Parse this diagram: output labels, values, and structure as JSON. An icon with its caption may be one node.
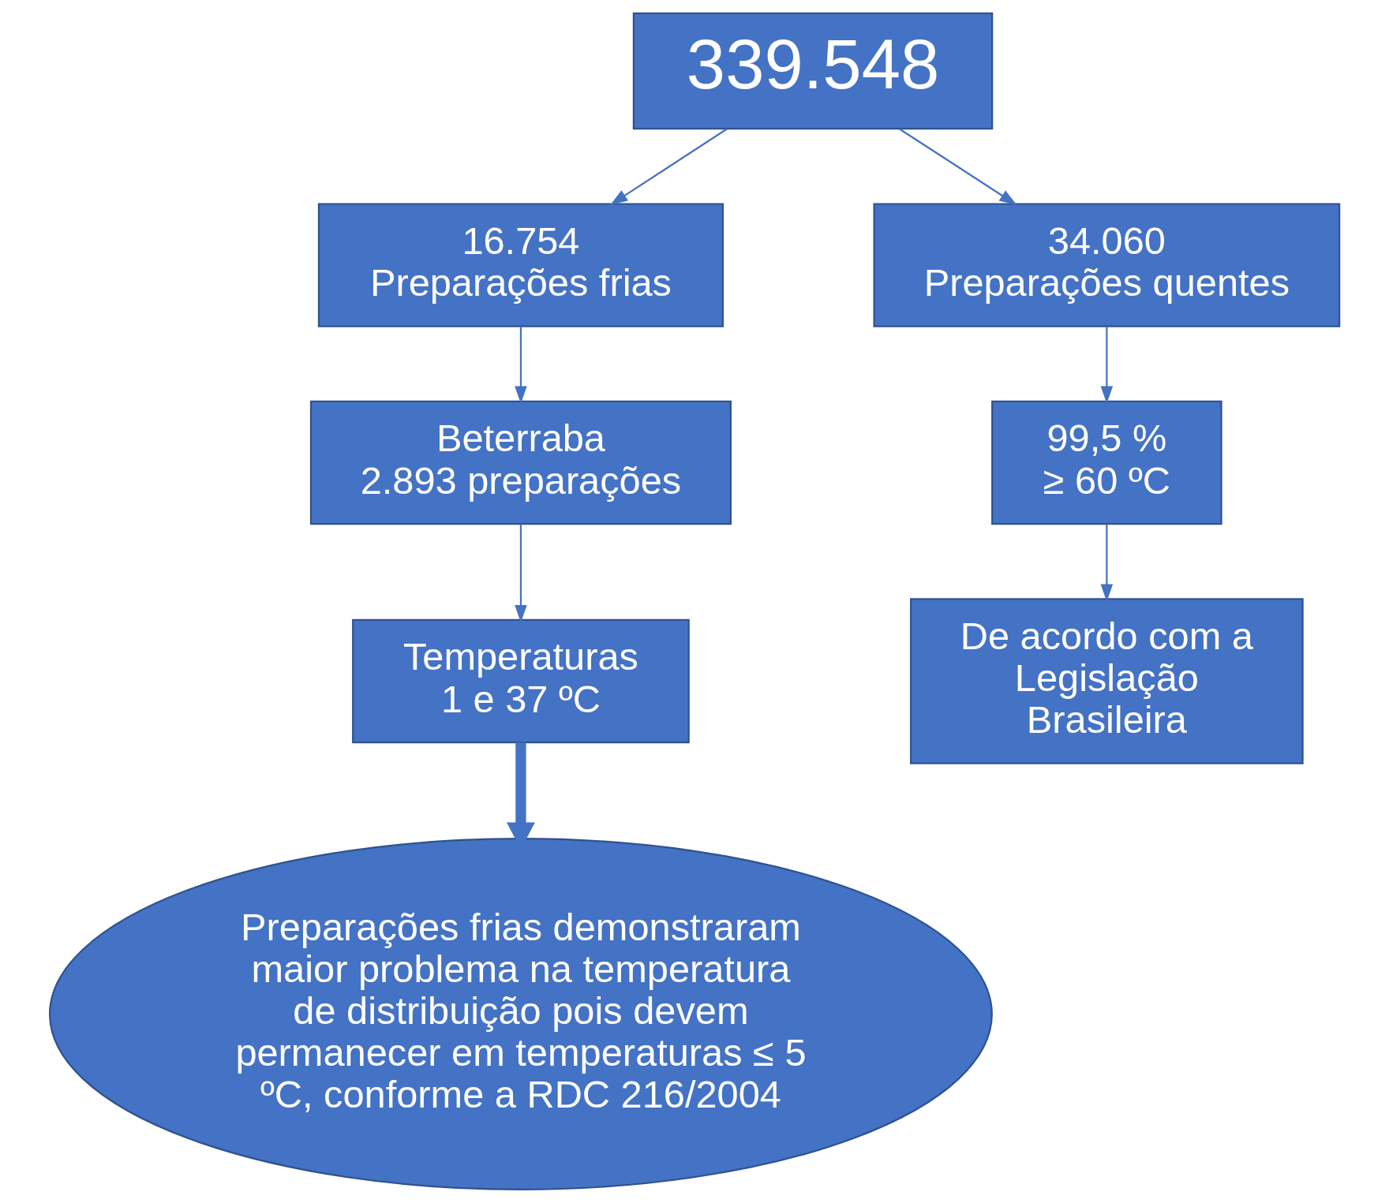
{
  "diagram": {
    "nodes": [
      {
        "text": [
          "339.548"
        ]
      },
      {
        "text": [
          "16.754",
          "Preparações frias"
        ]
      },
      {
        "text": [
          "34.060",
          "Preparações quentes"
        ]
      },
      {
        "text": [
          "Beterraba",
          "2.893 preparações"
        ]
      },
      {
        "text": [
          "99,5 %",
          "≥ 60 ºC"
        ]
      },
      {
        "text": [
          "Temperaturas",
          "1 e 37 ºC"
        ]
      },
      {
        "text": [
          "De acordo com a Legislação Brasileira"
        ]
      },
      {
        "text": [
          "Preparações frias demonstraram maior problema na temperatura de distribuição pois devem permanecer em temperaturas ≤ 5 ºC, conforme a RDC 216/2004"
        ]
      }
    ],
    "edges": [
      {
        "from": 0,
        "to": 1,
        "arrow": "to"
      },
      {
        "from": 0,
        "to": 2,
        "arrow": "to"
      },
      {
        "from": 1,
        "to": 3,
        "arrow": "to"
      },
      {
        "from": 2,
        "to": 4,
        "arrow": "to"
      },
      {
        "from": 3,
        "to": 5,
        "arrow": "to"
      },
      {
        "from": 4,
        "to": 6,
        "arrow": "to"
      },
      {
        "from": 5,
        "to": 7,
        "arrow": "to",
        "style": "thick"
      }
    ]
  }
}
